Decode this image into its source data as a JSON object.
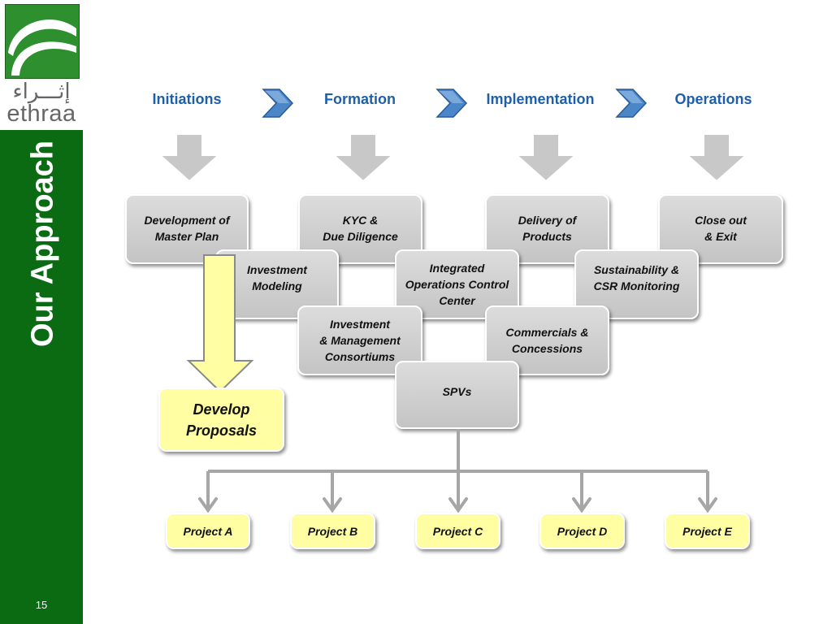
{
  "sidebar": {
    "logo_arabic": "إثـــراء",
    "logo_english": "ethraa",
    "title": "Our Approach",
    "page_number": "15"
  },
  "stages": [
    "Initiations",
    "Formation",
    "Implementation",
    "Operations"
  ],
  "boxes": {
    "master_plan": "Development of\nMaster Plan",
    "kyc": "KYC &\nDue Diligence",
    "delivery": "Delivery of\nProducts",
    "closeout": "Close out\n& Exit",
    "inv_modeling": "Investment\nModeling",
    "ioc": "Integrated\nOperations Control\nCenter",
    "sustainability": "Sustainability &\nCSR Monitoring",
    "consortiums": "Investment\n& Management\nConsortiums",
    "commercials": "Commercials &\nConcessions",
    "spvs": "SPVs"
  },
  "develop_proposals": "Develop\nProposals",
  "projects": [
    "Project A",
    "Project B",
    "Project C",
    "Project D",
    "Project E"
  ],
  "colors": {
    "sidebar_green": "#0b6b12",
    "stage_blue": "#1f5fa8",
    "box_gray": "#d0d0d0",
    "project_yellow": "#fffea2"
  }
}
